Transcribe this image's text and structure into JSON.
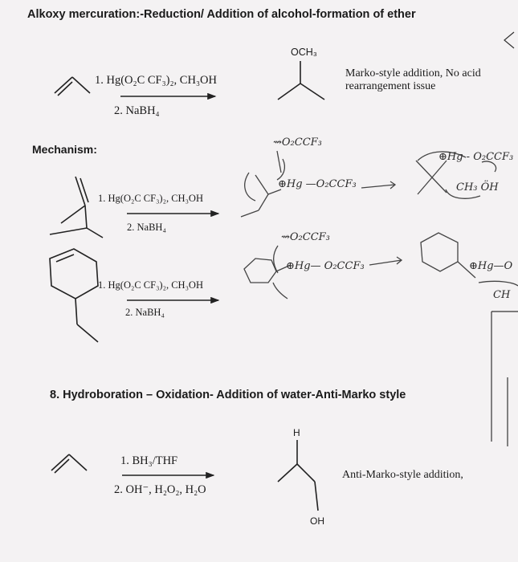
{
  "heading": "Alkoxy mercuration:-Reduction/ Addition of alcohol-formation of ether",
  "reaction1": {
    "step1": "1. Hg(O₂C CF₃)₂, CH₃OH",
    "step2": "2. NaBH₄",
    "product_label": "OCH₃",
    "note_line1": "Marko-style addition, No acid",
    "note_line2": "rearrangement issue"
  },
  "mechanism": {
    "label": "Mechanism:",
    "row1": {
      "step1": "1. Hg(O₂C CF₃)₂, CH₃OH",
      "step2": "2. NaBH₄",
      "hand_top": "⇝O₂CCF₃",
      "hand_mid": "⊕Hg —O₂CCF₃",
      "hand_right_top": "⊕Hg - O₂CCF₃",
      "hand_right_bot": "CH₃ ÖH"
    },
    "row2": {
      "step1": "1. Hg(O₂C CF₃)₂, CH₃OH",
      "step2": "2. NaBH₄",
      "hand_top": "⇝O₂CCF₃",
      "hand_mid": "⊕Hg— O₂CCF₃",
      "hand_right_top": "⊕Hg—O",
      "hand_right_bot": "CH"
    }
  },
  "section8": {
    "heading": "8.  Hydroboration – Oxidation- Addition of water-Anti-Marko style",
    "step1": "1. BH₃/THF",
    "step2": "2. OH⁻, H₂O₂, H₂O",
    "label_H": "H",
    "label_OH": "OH",
    "note": "Anti-Marko-style addition,"
  }
}
